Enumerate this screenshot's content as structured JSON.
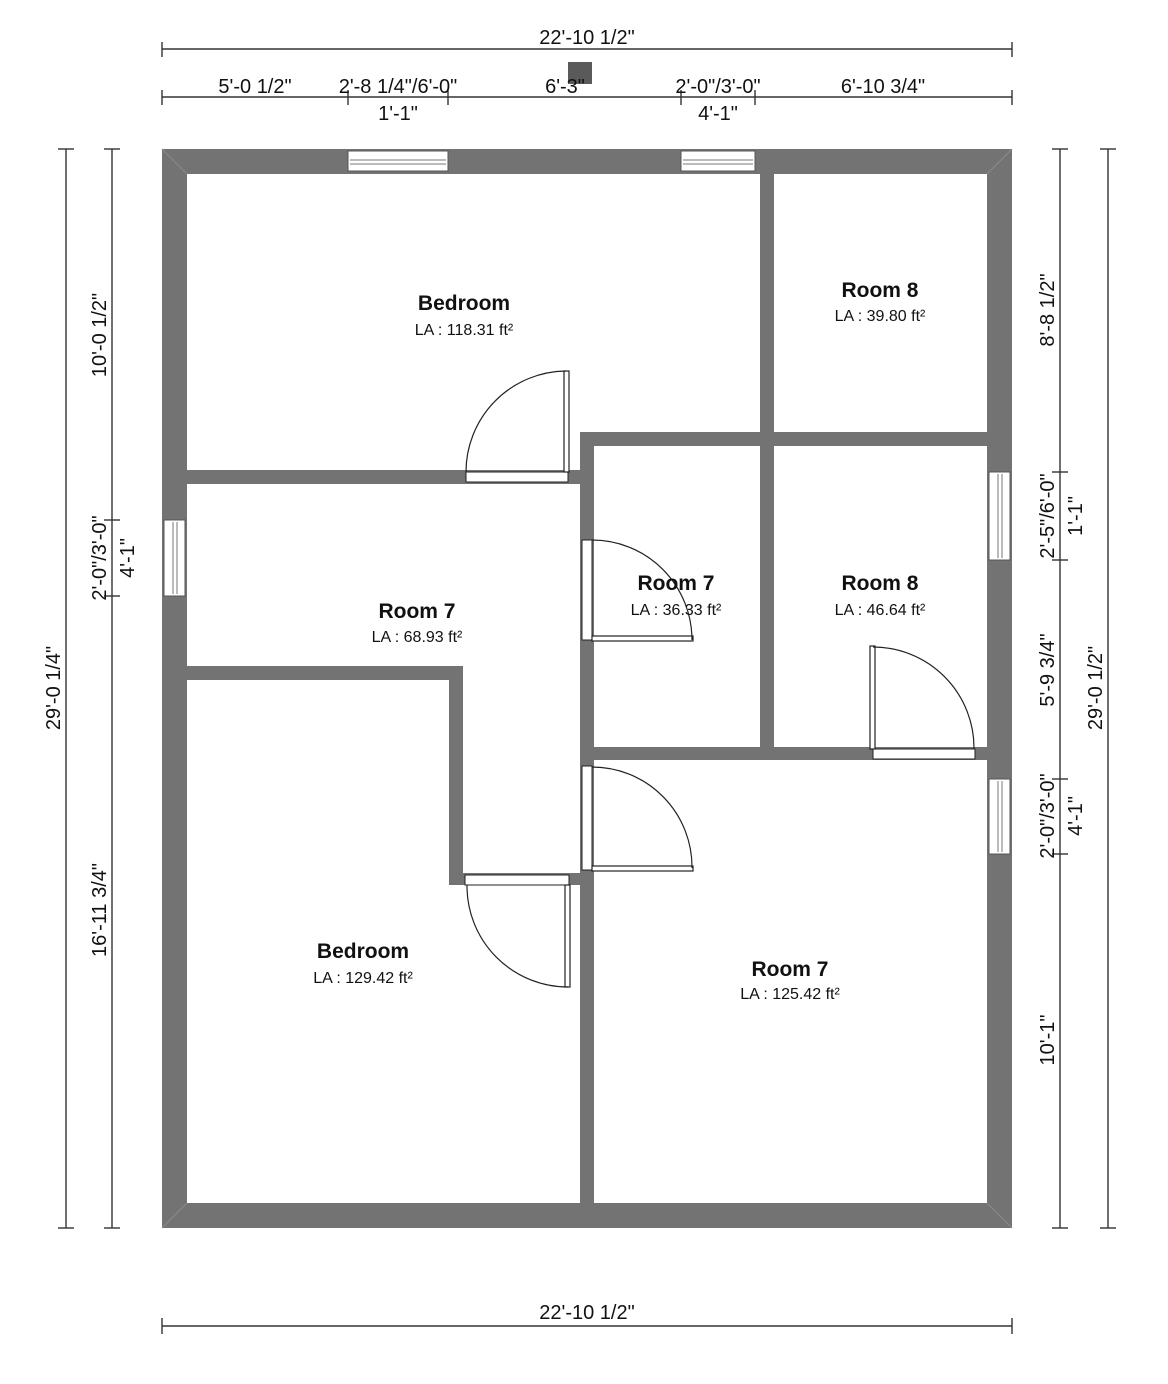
{
  "colors": {
    "wall": "#737373",
    "background": "#ffffff",
    "line": "#333333"
  },
  "dimensions": {
    "top_total": "22'-10 1/2\"",
    "top_1": "5'-0 1/2\"",
    "top_2": "2'-8 1/4\"/6'-0\"",
    "top_3": "6'-3\"",
    "top_4": "2'-0\"/3'-0\"",
    "top_5": "6'-10 3/4\"",
    "top_sub_1": "1'-1\"",
    "top_sub_2": "4'-1\"",
    "left_total": "29'-0 1/4\"",
    "left_1": "10'-0 1/2\"",
    "left_2": "2'-0\"/3'-0\"",
    "left_2_sub": "4'-1\"",
    "left_3": "16'-11 3/4\"",
    "right_total": "29'-0 1/2\"",
    "right_1": "8'-8 1/2\"",
    "right_2": "2'-5\"/6'-0\"",
    "right_2_sub": "1'-1\"",
    "right_3": "5'-9 3/4\"",
    "right_4": "2'-0\"/3'-0\"",
    "right_4_sub": "4'-1\"",
    "right_5": "10'-1\"",
    "bottom_total": "22'-10 1/2\""
  },
  "rooms": [
    {
      "name": "Bedroom",
      "area": "LA : 118.31 ft²"
    },
    {
      "name": "Room 8",
      "area": "LA : 39.80 ft²"
    },
    {
      "name": "Room 7",
      "area": "LA : 68.93 ft²"
    },
    {
      "name": "Room 7",
      "area": "LA : 36.33 ft²"
    },
    {
      "name": "Room 8",
      "area": "LA : 46.64 ft²"
    },
    {
      "name": "Bedroom",
      "area": "LA : 129.42 ft²"
    },
    {
      "name": "Room 7",
      "area": "LA : 125.42 ft²"
    }
  ]
}
